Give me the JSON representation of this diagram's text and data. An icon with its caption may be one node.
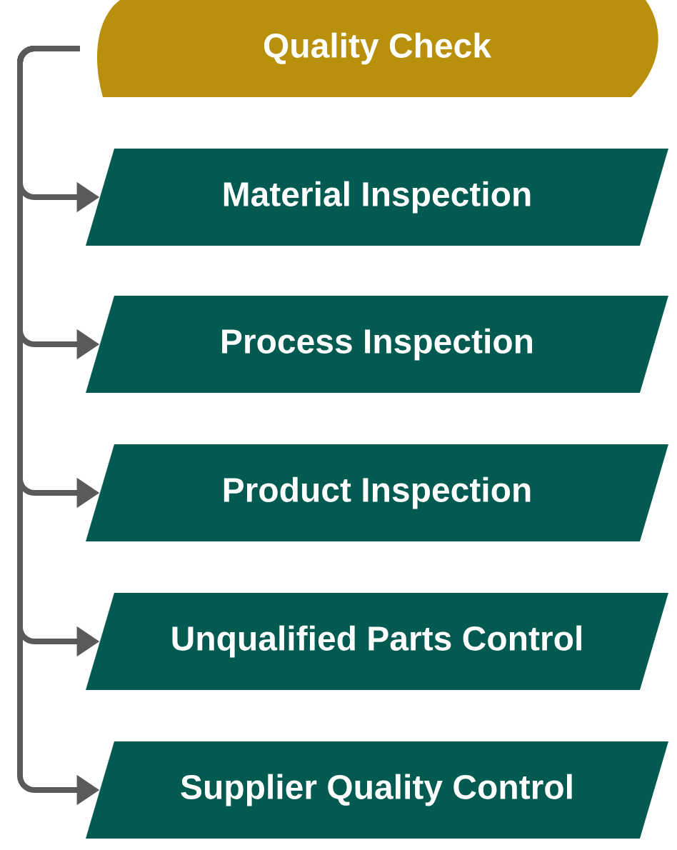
{
  "diagram": {
    "nodes": [
      {
        "text": [
          "Quality Check"
        ]
      },
      {
        "text": [
          "Material Inspection"
        ]
      },
      {
        "text": [
          "Process Inspection"
        ]
      },
      {
        "text": [
          "Product Inspection"
        ]
      },
      {
        "text": [
          "Unqualified Parts Control"
        ]
      },
      {
        "text": [
          "Supplier Quality Control"
        ]
      }
    ],
    "edges": [
      {
        "from": 0,
        "to": 1,
        "arrow": "to"
      },
      {
        "from": 0,
        "to": 2,
        "arrow": "to"
      },
      {
        "from": 0,
        "to": 3,
        "arrow": "to"
      },
      {
        "from": 0,
        "to": 4,
        "arrow": "to"
      },
      {
        "from": 0,
        "to": 5,
        "arrow": "to"
      }
    ]
  }
}
